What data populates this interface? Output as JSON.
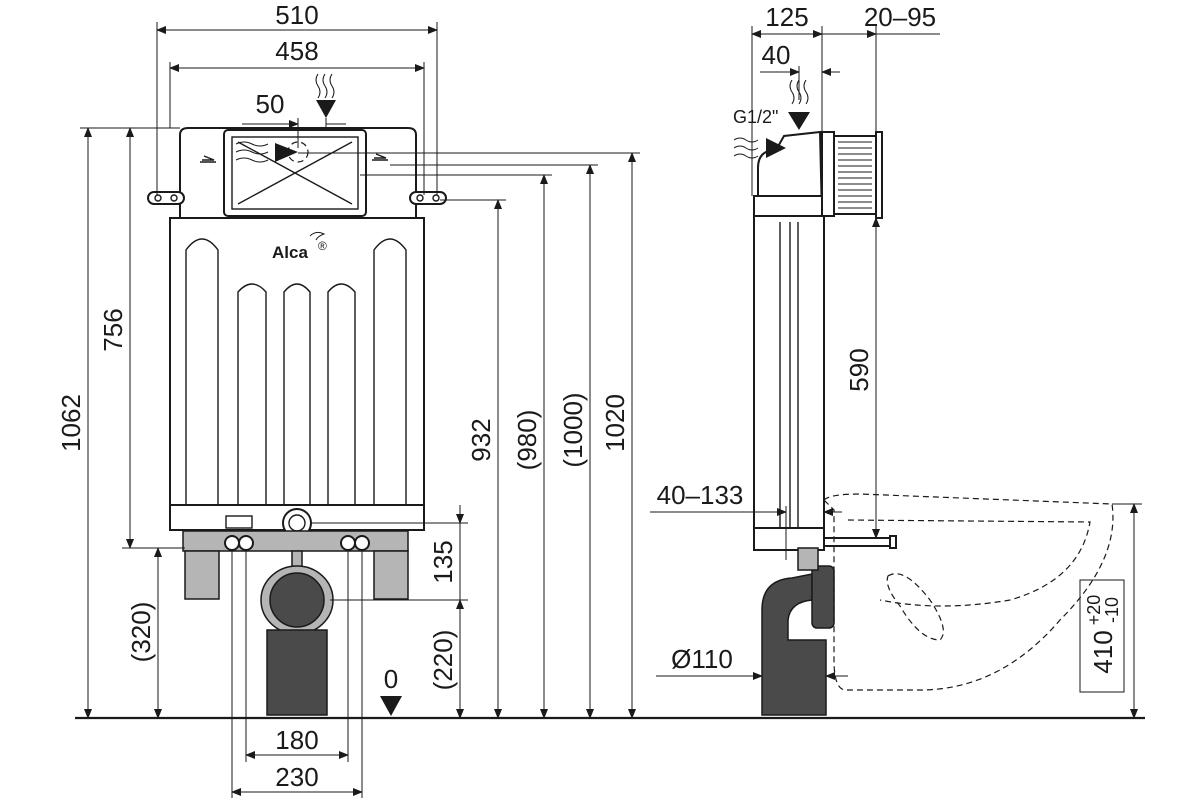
{
  "brand": "Alca",
  "brand_mark": "®",
  "front_view": {
    "width_outer": "510",
    "width_inner": "458",
    "offset_50": "50",
    "height_1062": "1062",
    "height_756": "756",
    "height_320": "(320)",
    "height_932": "932",
    "height_980": "(980)",
    "height_1000": "(1000)",
    "height_1020": "1020",
    "height_135": "135",
    "height_220": "(220)",
    "zero_mark": "0",
    "width_180": "180",
    "width_230": "230"
  },
  "side_view": {
    "depth_125": "125",
    "depth_20_95": "20–95",
    "depth_40": "40",
    "connection": "G1/2\"",
    "height_590": "590",
    "range_40_133": "40–133",
    "diameter_110": "Ø110",
    "height_410": "410",
    "tol_plus": "+20",
    "tol_minus": "-10"
  },
  "colors": {
    "line": "#1a1a1a",
    "fill_grey": "#b5b5b5",
    "fill_dark": "#4a4a4a"
  }
}
